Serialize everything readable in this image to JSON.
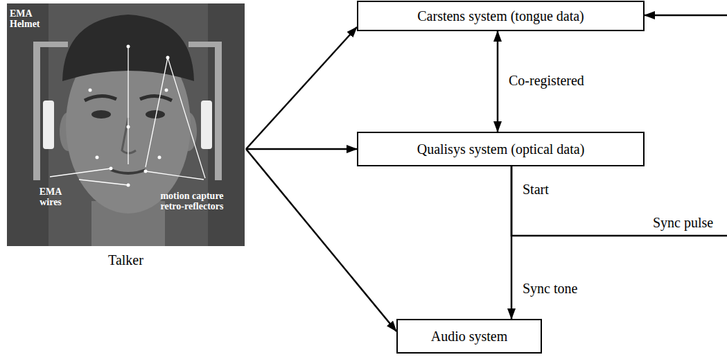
{
  "diagram": {
    "nodes": [
      {
        "text": [
          "EMA Helmet",
          "EMA wires",
          "motion capture retro-reflectors",
          "Talker"
        ]
      },
      {
        "text": [
          "Carstens system (tongue data)"
        ]
      },
      {
        "text": [
          "Qualisys system (optical data)"
        ]
      },
      {
        "text": [
          "Audio system"
        ]
      }
    ],
    "edges": [
      {
        "from": 0,
        "to": 1,
        "arrow": "to"
      },
      {
        "from": 0,
        "to": 2,
        "arrow": "to"
      },
      {
        "from": 0,
        "to": 3,
        "arrow": "to"
      },
      {
        "from": 1,
        "to": 2,
        "arrow": "both",
        "label": "Co-registered"
      },
      {
        "from": 2,
        "to": 3,
        "arrow": "to",
        "label": "Sync tone"
      },
      {
        "from": 2,
        "to": 1,
        "arrow": "to",
        "label": "Sync pulse"
      }
    ],
    "labels": [
      "Start"
    ]
  }
}
